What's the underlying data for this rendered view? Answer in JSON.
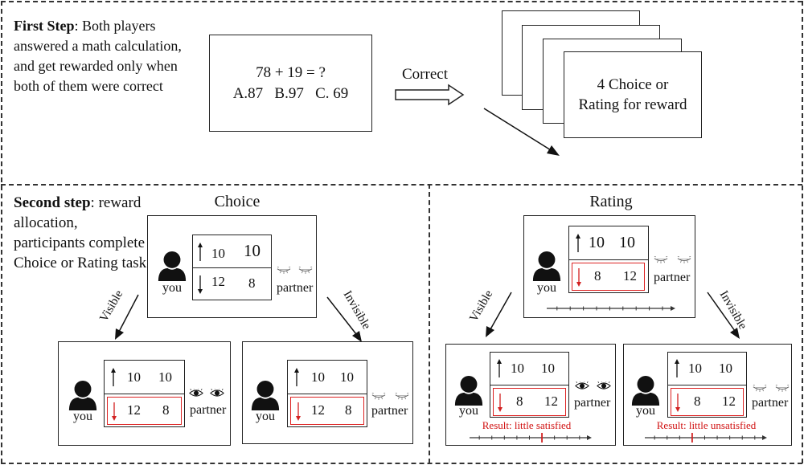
{
  "step1": {
    "heading": "First Step",
    "text": ": Both players answered a math calculation, and get rewarded only when both of them were correct",
    "question": {
      "equation": "78 + 19 = ?",
      "options": [
        "A.87",
        "B.97",
        "C. 69"
      ]
    },
    "arrow_label": "Correct",
    "cards_label_line1": "4 Choice or",
    "cards_label_line2": "Rating for reward",
    "card_count": 4
  },
  "step2": {
    "heading": "Second step",
    "text": ": reward allocation, participants complete Choice or Rating task",
    "choice": {
      "title": "Choice",
      "main": {
        "you_label": "you",
        "partner_label": "partner",
        "partner_eyes": "closed",
        "options": [
          {
            "direction": "up",
            "self": "10",
            "other": "10"
          },
          {
            "direction": "down",
            "self": "12",
            "other": "8"
          }
        ]
      },
      "visible_label": "Visible",
      "invisible_label": "Invisible",
      "visible": {
        "you_label": "you",
        "partner_label": "partner",
        "partner_eyes": "open",
        "selected_option": 1,
        "options": [
          {
            "direction": "up",
            "self": "10",
            "other": "10"
          },
          {
            "direction": "down",
            "self": "12",
            "other": "8"
          }
        ]
      },
      "invisible": {
        "you_label": "you",
        "partner_label": "partner",
        "partner_eyes": "closed",
        "selected_option": 1,
        "options": [
          {
            "direction": "up",
            "self": "10",
            "other": "10"
          },
          {
            "direction": "down",
            "self": "12",
            "other": "8"
          }
        ]
      }
    },
    "rating": {
      "title": "Rating",
      "main": {
        "you_label": "you",
        "partner_label": "partner",
        "partner_eyes": "closed",
        "selected_option": 1,
        "options": [
          {
            "direction": "up",
            "self": "10",
            "other": "10"
          },
          {
            "direction": "down",
            "self": "8",
            "other": "12"
          }
        ],
        "scale_ticks": 9
      },
      "visible_label": "Visible",
      "invisible_label": "Invisible",
      "visible": {
        "you_label": "you",
        "partner_label": "partner",
        "partner_eyes": "open",
        "selected_option": 1,
        "options": [
          {
            "direction": "up",
            "self": "10",
            "other": "10"
          },
          {
            "direction": "down",
            "self": "8",
            "other": "12"
          }
        ],
        "result": "Result: little satisfied",
        "scale_ticks": 9,
        "rating_tick": 6
      },
      "invisible": {
        "you_label": "you",
        "partner_label": "partner",
        "partner_eyes": "closed",
        "selected_option": 1,
        "options": [
          {
            "direction": "up",
            "self": "10",
            "other": "10"
          },
          {
            "direction": "down",
            "self": "8",
            "other": "12"
          }
        ],
        "result": "Result: little unsatisfied",
        "scale_ticks": 9,
        "rating_tick": 4
      }
    }
  },
  "colors": {
    "highlight": "#d22020",
    "line": "#222222",
    "divider": "#333333"
  }
}
